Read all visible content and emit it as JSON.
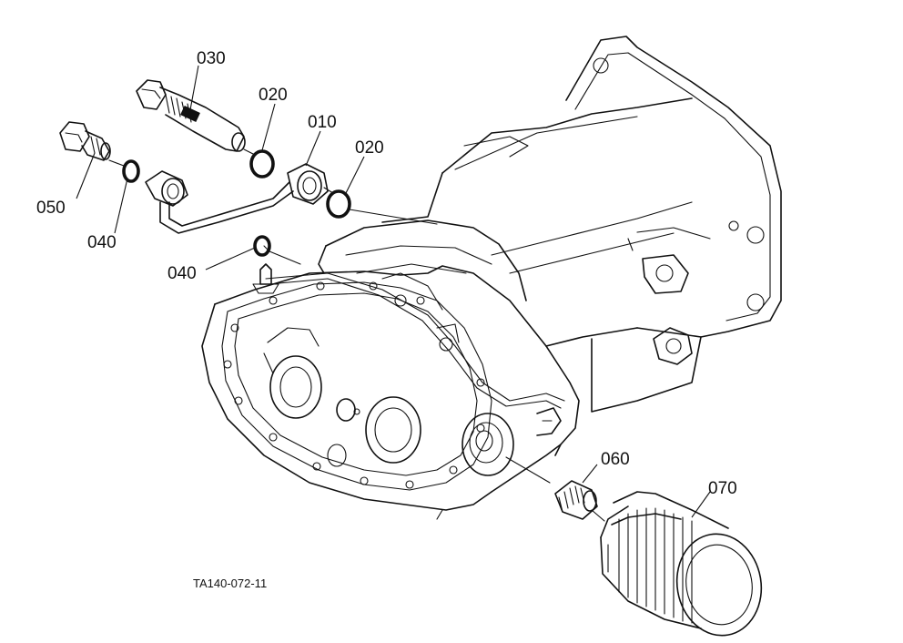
{
  "labels": {
    "p010": "010",
    "p020a": "020",
    "p020b": "020",
    "p030": "030",
    "p040a": "040",
    "p040b": "040",
    "p050": "050",
    "p060": "060",
    "p070": "070"
  },
  "figure_code": "TA140-072-11"
}
